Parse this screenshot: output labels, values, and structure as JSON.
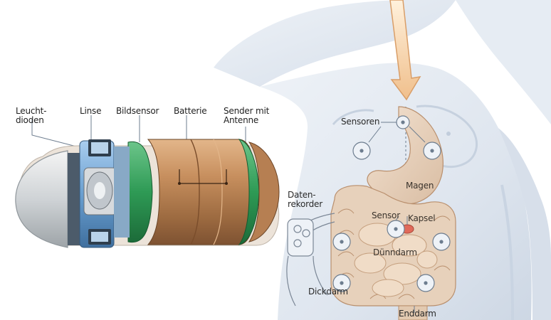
{
  "capsule_labels": {
    "leds": "Leucht-\ndioden",
    "lens": "Linse",
    "image_sensor": "Bildsensor",
    "battery": "Batterie",
    "transmitter": "Sender mit\nAntenne"
  },
  "body_labels": {
    "sensors": "Sensoren",
    "stomach": "Magen",
    "data_recorder": "Daten-\nrekorder",
    "sensor": "Sensor",
    "capsule": "Kapsel",
    "small_intestine": "Dünndarm",
    "large_intestine": "Dickdarm",
    "rectum": "Enddarm"
  },
  "colors": {
    "skin": "#e1e8f1",
    "skin_shadow": "#c8d3e2",
    "battery": "#c08a5a",
    "battery_dark": "#8e5e37",
    "seal_green": "#2e9a55",
    "housing_blue": "#6a9fd0",
    "organ": "#e8d2bd",
    "arrow": "#f2c89a"
  }
}
